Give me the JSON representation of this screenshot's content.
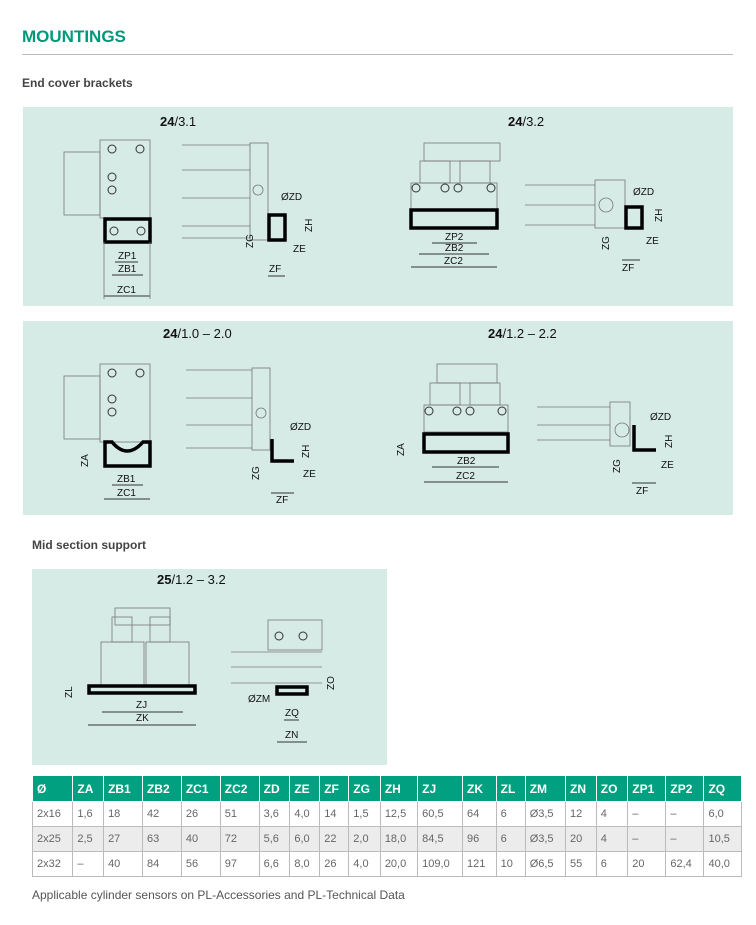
{
  "title": "MOUNTINGS",
  "sections": {
    "end_cover": "End cover brackets",
    "mid_section": "Mid section support"
  },
  "figures": [
    {
      "bold": "24",
      "rest": "/3.1",
      "labels": {
        "zp": "ZP1",
        "zb": "ZB1",
        "zc": "ZC1",
        "zd": "ØZD",
        "zh": "ZH",
        "zg": "ZG",
        "ze": "ZE",
        "zf": "ZF"
      }
    },
    {
      "bold": "24",
      "rest": "/3.2",
      "labels": {
        "zp": "ZP2",
        "zb": "ZB2",
        "zc": "ZC2",
        "zd": "ØZD",
        "zh": "ZH",
        "zg": "ZG",
        "ze": "ZE",
        "zf": "ZF"
      }
    },
    {
      "bold": "24",
      "rest": "/1.0 – 2.0",
      "labels": {
        "za": "ZA",
        "zb": "ZB1",
        "zc": "ZC1",
        "zd": "ØZD",
        "zh": "ZH",
        "zg": "ZG",
        "ze": "ZE",
        "zf": "ZF"
      }
    },
    {
      "bold": "24",
      "rest": "/1.2 – 2.2",
      "labels": {
        "za": "ZA",
        "zb": "ZB2",
        "zc": "ZC2",
        "zd": "ØZD",
        "zh": "ZH",
        "zg": "ZG",
        "ze": "ZE",
        "zf": "ZF"
      }
    },
    {
      "bold": "25",
      "rest": "/1.2 – 3.2",
      "labels": {
        "zl": "ZL",
        "zj": "ZJ",
        "zk": "ZK",
        "zo": "ZO",
        "zm": "ØZM",
        "zq": "ZQ",
        "zn": "ZN"
      }
    }
  ],
  "table": {
    "headers": [
      "Ø",
      "ZA",
      "ZB1",
      "ZB2",
      "ZC1",
      "ZC2",
      "ZD",
      "ZE",
      "ZF",
      "ZG",
      "ZH",
      "ZJ",
      "ZK",
      "ZL",
      "ZM",
      "ZN",
      "ZO",
      "ZP1",
      "ZP2",
      "ZQ"
    ],
    "rows": [
      [
        "2x16",
        "1,6",
        "18",
        "42",
        "26",
        "51",
        "3,6",
        "4,0",
        "14",
        "1,5",
        "12,5",
        "60,5",
        "64",
        "6",
        "Ø3,5",
        "12",
        "4",
        "–",
        "–",
        "6,0"
      ],
      [
        "2x25",
        "2,5",
        "27",
        "63",
        "40",
        "72",
        "5,6",
        "6,0",
        "22",
        "2,0",
        "18,0",
        "84,5",
        "96",
        "6",
        "Ø3,5",
        "20",
        "4",
        "–",
        "–",
        "10,5"
      ],
      [
        "2x32",
        "–",
        "40",
        "84",
        "56",
        "97",
        "6,6",
        "8,0",
        "26",
        "4,0",
        "20,0",
        "109,0",
        "121",
        "10",
        "Ø6,5",
        "55",
        "6",
        "20",
        "62,4",
        "40,0"
      ]
    ]
  },
  "footer": "Applicable cylinder sensors on PL-Accessories and PL-Technical Data",
  "colors": {
    "accent": "#00987a",
    "panel": "#d7ebe6",
    "header": "#00a080"
  }
}
